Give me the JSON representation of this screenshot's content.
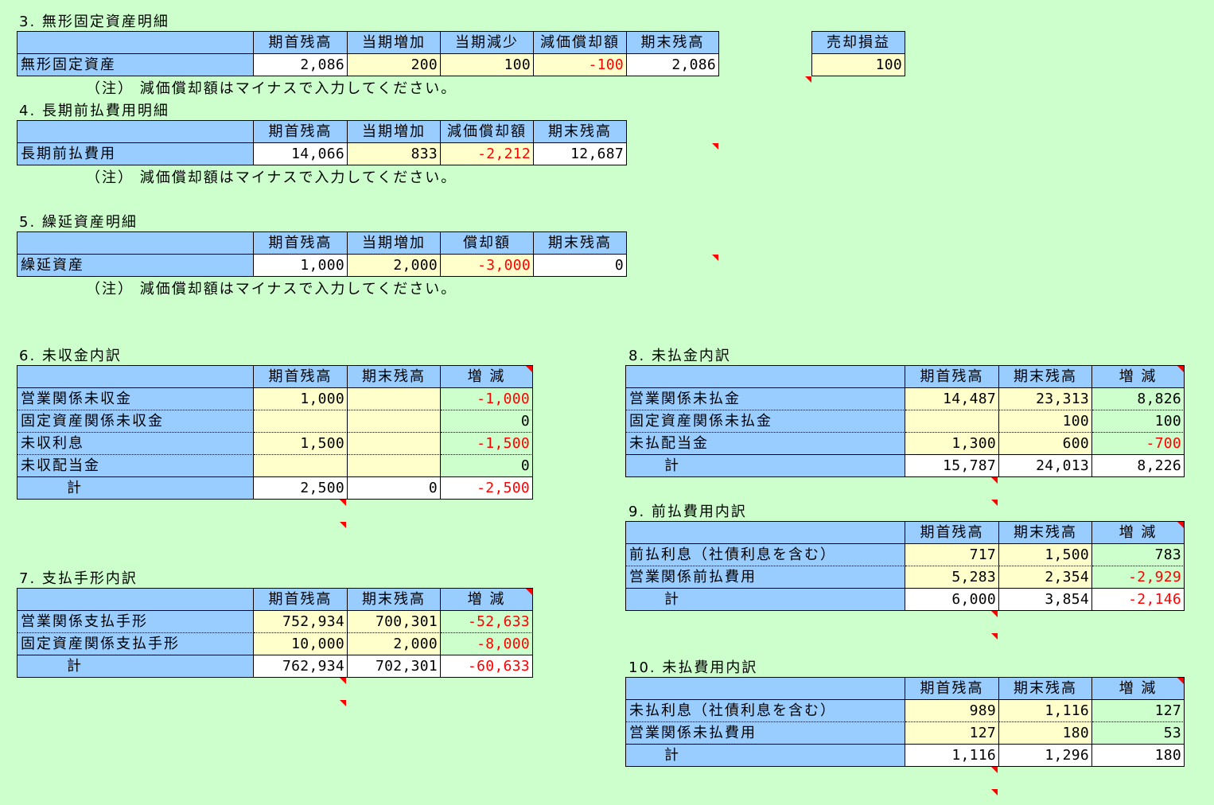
{
  "colors": {
    "page_background": "#CCFFCC",
    "header_fill": "#99CCFF",
    "input_fill": "#FFFFCC",
    "total_fill": "#FFFFFF",
    "negative_text": "#FF0000",
    "comment_indicator": "#FF0000"
  },
  "intangible": {
    "title": "3. 無形固定資産明細",
    "headers": [
      "期首残高",
      "当期増加",
      "当期減少",
      "減価償却額",
      "期末残高"
    ],
    "label": "無形固定資産",
    "values": [
      "2,086",
      "200",
      "100",
      "-100",
      "2,086"
    ],
    "gain_header": "売却損益",
    "gain_value": "100",
    "note": "（注） 減価償却額はマイナスで入力してください。"
  },
  "lt_prepaid": {
    "title": "4. 長期前払費用明細",
    "headers": [
      "期首残高",
      "当期増加",
      "減価償却額",
      "期末残高"
    ],
    "label": "長期前払費用",
    "values": [
      "14,066",
      "833",
      "-2,212",
      "12,687"
    ],
    "note": "（注） 減価償却額はマイナスで入力してください。"
  },
  "deferred": {
    "title": "5. 繰延資産明細",
    "headers": [
      "期首残高",
      "当期増加",
      "償却額",
      "期末残高"
    ],
    "label": "繰延資産",
    "values": [
      "1,000",
      "2,000",
      "-3,000",
      "0"
    ],
    "note": "（注） 減価償却額はマイナスで入力してください。"
  },
  "receivables": {
    "title": "6. 未収金内訳",
    "headers": [
      "期首残高",
      "期末残高",
      "増 減"
    ],
    "rows": [
      {
        "label": "営業関係未収金",
        "values": [
          "1,000",
          "",
          "-1,000"
        ]
      },
      {
        "label": "固定資産関係未収金",
        "values": [
          "",
          "",
          "0"
        ]
      },
      {
        "label": "未収利息",
        "values": [
          "1,500",
          "",
          "-1,500"
        ]
      },
      {
        "label": "未収配当金",
        "values": [
          "",
          "",
          "0"
        ]
      }
    ],
    "total": {
      "label": "計",
      "values": [
        "2,500",
        "0",
        "-2,500"
      ]
    }
  },
  "notes_payable": {
    "title": "7. 支払手形内訳",
    "headers": [
      "期首残高",
      "期末残高",
      "増 減"
    ],
    "rows": [
      {
        "label": "営業関係支払手形",
        "values": [
          "752,934",
          "700,301",
          "-52,633"
        ]
      },
      {
        "label": "固定資産関係支払手形",
        "values": [
          "10,000",
          "2,000",
          "-8,000"
        ]
      }
    ],
    "total": {
      "label": "計",
      "values": [
        "762,934",
        "702,301",
        "-60,633"
      ]
    }
  },
  "payables": {
    "title": "8. 未払金内訳",
    "headers": [
      "期首残高",
      "期末残高",
      "増 減"
    ],
    "rows": [
      {
        "label": "営業関係未払金",
        "values": [
          "14,487",
          "23,313",
          "8,826"
        ]
      },
      {
        "label": "固定資産関係未払金",
        "values": [
          "",
          "100",
          "100"
        ]
      },
      {
        "label": "未払配当金",
        "values": [
          "1,300",
          "600",
          "-700"
        ]
      }
    ],
    "total": {
      "label": "計",
      "values": [
        "15,787",
        "24,013",
        "8,226"
      ]
    }
  },
  "prepaid": {
    "title": "9. 前払費用内訳",
    "headers": [
      "期首残高",
      "期末残高",
      "増 減"
    ],
    "rows": [
      {
        "label": "前払利息（社債利息を含む）",
        "values": [
          "717",
          "1,500",
          "783"
        ]
      },
      {
        "label": "営業関係前払費用",
        "values": [
          "5,283",
          "2,354",
          "-2,929"
        ]
      }
    ],
    "total": {
      "label": "計",
      "values": [
        "6,000",
        "3,854",
        "-2,146"
      ]
    }
  },
  "accrued": {
    "title": "10. 未払費用内訳",
    "headers": [
      "期首残高",
      "期末残高",
      "増 減"
    ],
    "rows": [
      {
        "label": "未払利息（社債利息を含む）",
        "values": [
          "989",
          "1,116",
          "127"
        ]
      },
      {
        "label": "営業関係未払費用",
        "values": [
          "127",
          "180",
          "53"
        ]
      }
    ],
    "total": {
      "label": "計",
      "values": [
        "1,116",
        "1,296",
        "180"
      ]
    }
  }
}
